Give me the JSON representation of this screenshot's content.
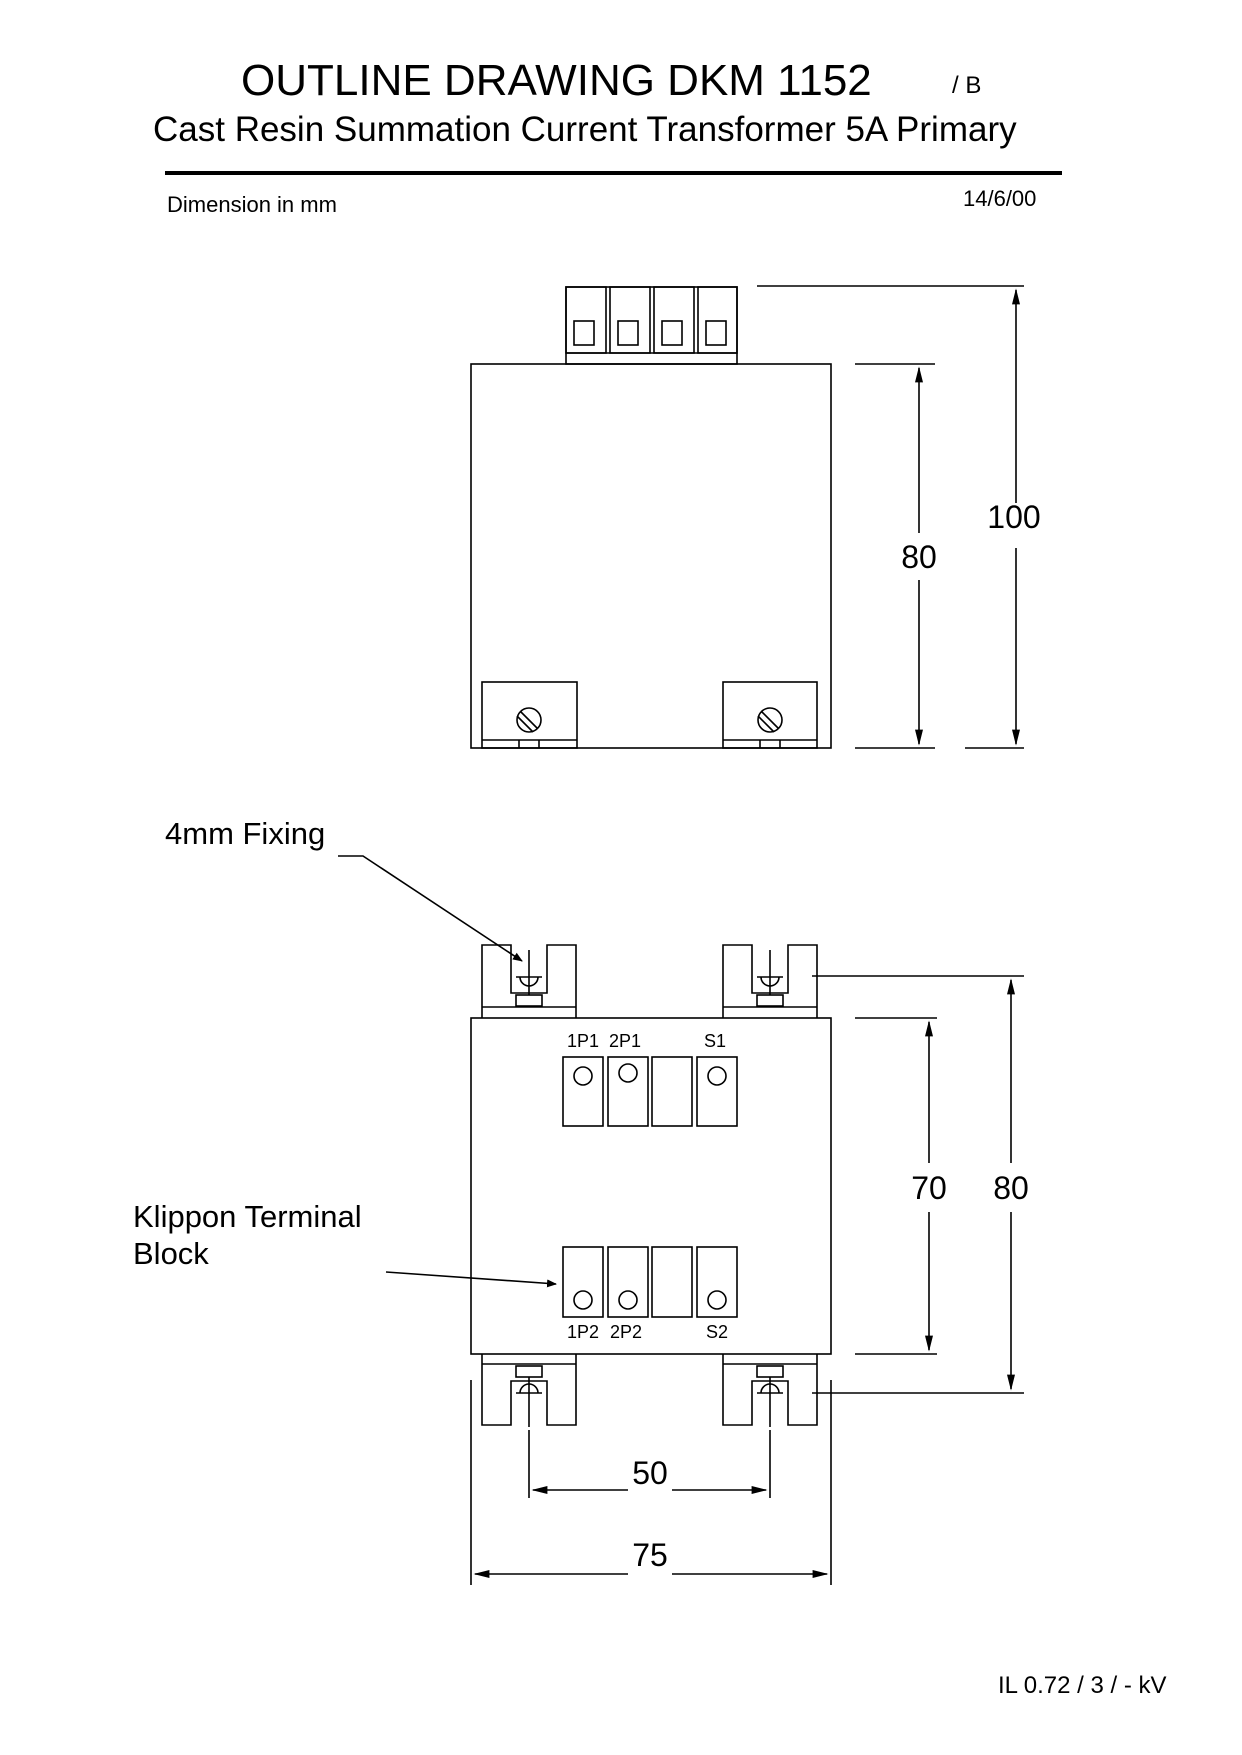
{
  "header": {
    "title": "OUTLINE DRAWING DKM 1152",
    "revision": "/ B",
    "subtitle": "Cast Resin Summation Current Transformer 5A Primary",
    "units_note": "Dimension in mm",
    "date": "14/6/00"
  },
  "top_view": {
    "dim_body_height": "80",
    "dim_overall_height": "100"
  },
  "bottom_view": {
    "fixing_callout": "4mm Fixing",
    "terminal_callout_line1": "Klippon Terminal",
    "terminal_callout_line2": "Block",
    "terminal_labels_top": [
      "1P1",
      "2P1",
      "S1"
    ],
    "terminal_labels_bottom": [
      "1P2",
      "2P2",
      "S2"
    ],
    "dim_body_height": "70",
    "dim_fixing_height": "80",
    "dim_fixing_pitch": "50",
    "dim_body_width": "75"
  },
  "footer": {
    "rating": "IL 0.72 / 3 / -  kV"
  }
}
